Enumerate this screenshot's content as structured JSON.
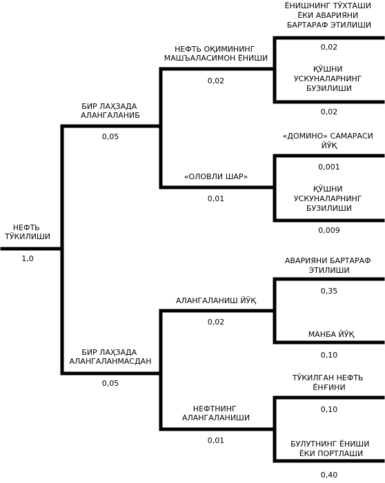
{
  "root": {
    "label": [
      "НЕФТЬ",
      "ТЎКИЛИШИ"
    ],
    "prob": "1,0"
  },
  "nodes": [
    {
      "key": "l1a",
      "label": [
        "БИР ЛАҲЗАДА",
        "АЛАНГАЛАНИБ"
      ],
      "prob": "0,05"
    },
    {
      "key": "l1b",
      "label": [
        "БИР ЛАҲЗАДА",
        "АЛАНГАЛАНМАСДАН"
      ],
      "prob": "0,05"
    },
    {
      "key": "l2a",
      "label": [
        "НЕФТЬ ОҚИМИНИНГ",
        "МАШЪАЛАСИМОН ЁНИШИ"
      ],
      "prob": "0,02"
    },
    {
      "key": "l2b",
      "label": [
        "«ОЛОВЛИ ШАР»"
      ],
      "prob": "0,01"
    },
    {
      "key": "l2c",
      "label": [
        "АЛАНГАЛАНИШ ЙЎҚ"
      ],
      "prob": "0,02"
    },
    {
      "key": "l2d",
      "label": [
        "НЕФТНИНГ",
        "АЛАНГАЛАНИШИ"
      ],
      "prob": "0,01"
    },
    {
      "key": "l3a",
      "label": [
        "ЁНИШНИНГ ТЎХТАШИ",
        "ЁКИ АВАРИЯНИ",
        "БАРТАРАФ ЭТИЛИШИ"
      ],
      "prob": "0,02"
    },
    {
      "key": "l3b",
      "label": [
        "ҚЎШНИ",
        "УСКУНАЛАРНИНГ",
        "БУЗИЛИШИ"
      ],
      "prob": "0,02"
    },
    {
      "key": "l3c",
      "label": [
        "«ДОМИНО» САМАРАСИ",
        "ЙЎҚ"
      ],
      "prob": "0,001"
    },
    {
      "key": "l3d",
      "label": [
        "ҚЎШНИ",
        "УСКУНАЛАРНИНГ",
        "БУЗИЛИШИ"
      ],
      "prob": "0,009"
    },
    {
      "key": "l3e",
      "label": [
        "АВАРИЯНИ БАРТАРАФ",
        "ЭТИЛИШИ"
      ],
      "prob": "0,35"
    },
    {
      "key": "l3f",
      "label": [
        "МАНБА ЙЎҚ"
      ],
      "prob": "0,10"
    },
    {
      "key": "l3g",
      "label": [
        "ТЎКИЛГАН НЕФТЬ",
        "ЁНҒИНИ"
      ],
      "prob": "0,10"
    },
    {
      "key": "l3h",
      "label": [
        "БУЛУТНИНГ ЁНИШИ",
        "ЁКИ ПОРТЛАШИ"
      ],
      "prob": "0,40"
    }
  ]
}
